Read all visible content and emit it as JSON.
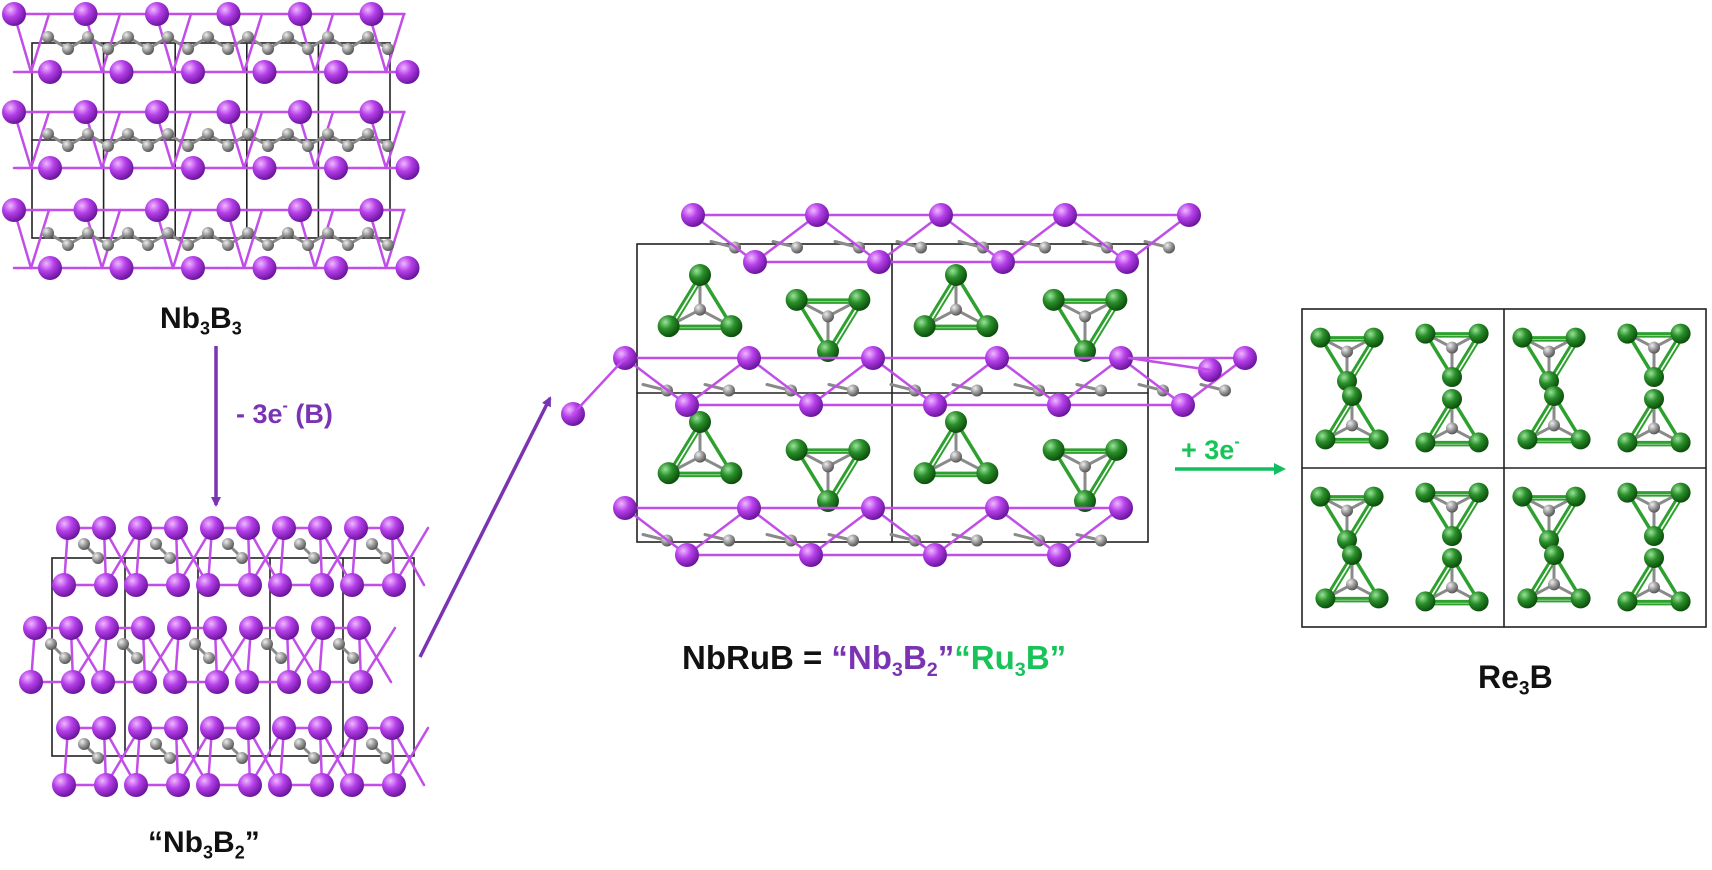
{
  "colors": {
    "nb": "#9b2fd6",
    "bond_nb": "#c14ee8",
    "boron": "#8d8d8d",
    "ru": "#1f7d1f",
    "bond_ru": "#2ea02e",
    "arrow_purple": "#7a33b3",
    "arrow_green": "#10c060",
    "label_purple": "#7a33b3",
    "label_green": "#18c45a",
    "text": "#111111"
  },
  "labels": {
    "nb3b3": {
      "base1": "Nb",
      "sub1": "3",
      "base2": "B",
      "sub2": "3"
    },
    "nb3b2": {
      "open": "“",
      "base1": "Nb",
      "sub1": "3",
      "base2": "B",
      "sub2": "2",
      "close": "”"
    },
    "minus_3e": {
      "prefix": "- 3e",
      "sup": "-",
      "suffix": " (B)"
    },
    "plus_3e": {
      "prefix": "+ 3e",
      "sup": "-"
    },
    "nbrub": {
      "main": "NbRuB = ",
      "p_open": "“",
      "p_b1": "Nb",
      "p_s1": "3",
      "p_b2": "B",
      "p_s2": "2",
      "p_close": "”",
      "g_open": "“",
      "g_b1": "Ru",
      "g_s1": "3",
      "g_b2": "B",
      "g_close": "”"
    },
    "re3b": {
      "base1": "Re",
      "sub1": "3",
      "base2": "B"
    }
  },
  "icons": {
    "nb_atom": "purple-sphere",
    "boron_atom": "gray-sphere",
    "ru_atom": "green-sphere",
    "arrow": "arrow-icon"
  }
}
